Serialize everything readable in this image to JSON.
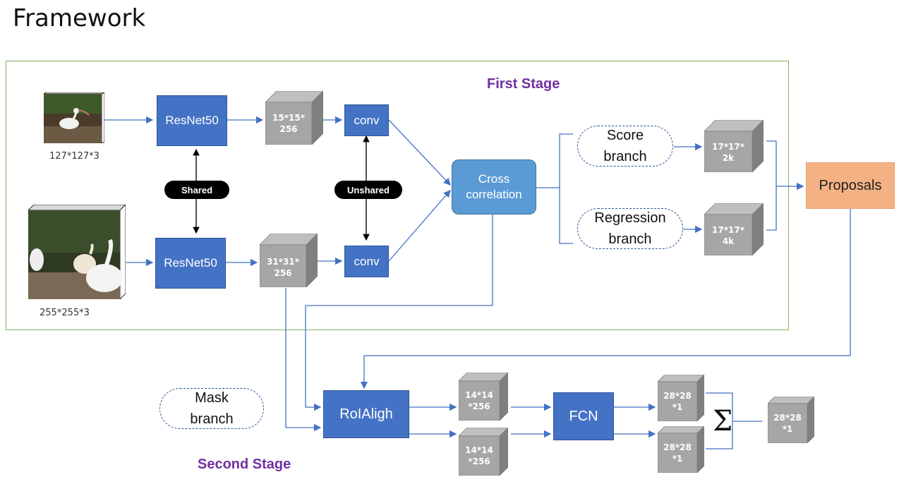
{
  "title": "Framework",
  "first_stage": {
    "label": "First Stage",
    "template_dim": "127*127*3",
    "search_dim": "255*255*3",
    "resnet_top": "ResNet50",
    "resnet_bottom": "ResNet50",
    "shared": "Shared",
    "unshared": "Unshared",
    "feat_top": [
      "15*15*",
      "256"
    ],
    "feat_bottom": [
      "31*31*",
      "256"
    ],
    "conv_top": "conv",
    "conv_bottom": "conv",
    "cross_corr": [
      "Cross",
      "correlation"
    ],
    "score_branch": [
      "Score",
      "branch"
    ],
    "regression_branch": [
      "Regression",
      "branch"
    ],
    "score_out": [
      "17*17*",
      "2k"
    ],
    "reg_out": [
      "17*17*",
      "4k"
    ],
    "proposals": "Proposals"
  },
  "second_stage": {
    "label": "Second Stage",
    "mask_branch": [
      "Mask",
      "branch"
    ],
    "roialign": "RoIAligh",
    "feat_a": [
      "14*14",
      "*256"
    ],
    "feat_b": [
      "14*14",
      "*256"
    ],
    "fcn": "FCN",
    "mask_a": [
      "28*28",
      "*1"
    ],
    "mask_b": [
      "28*28",
      "*1"
    ],
    "sigma": "Σ",
    "mask_out": [
      "28*28",
      "*1"
    ]
  },
  "colors": {
    "blue_box": "#4472c4",
    "light_blue_box": "#5b9bd5",
    "proposals_box": "#f4b183",
    "stage_border": "#7db157",
    "stage_label": "#7030a0",
    "arrow": "#4472c4",
    "cube_front": "#a6a6a6"
  }
}
